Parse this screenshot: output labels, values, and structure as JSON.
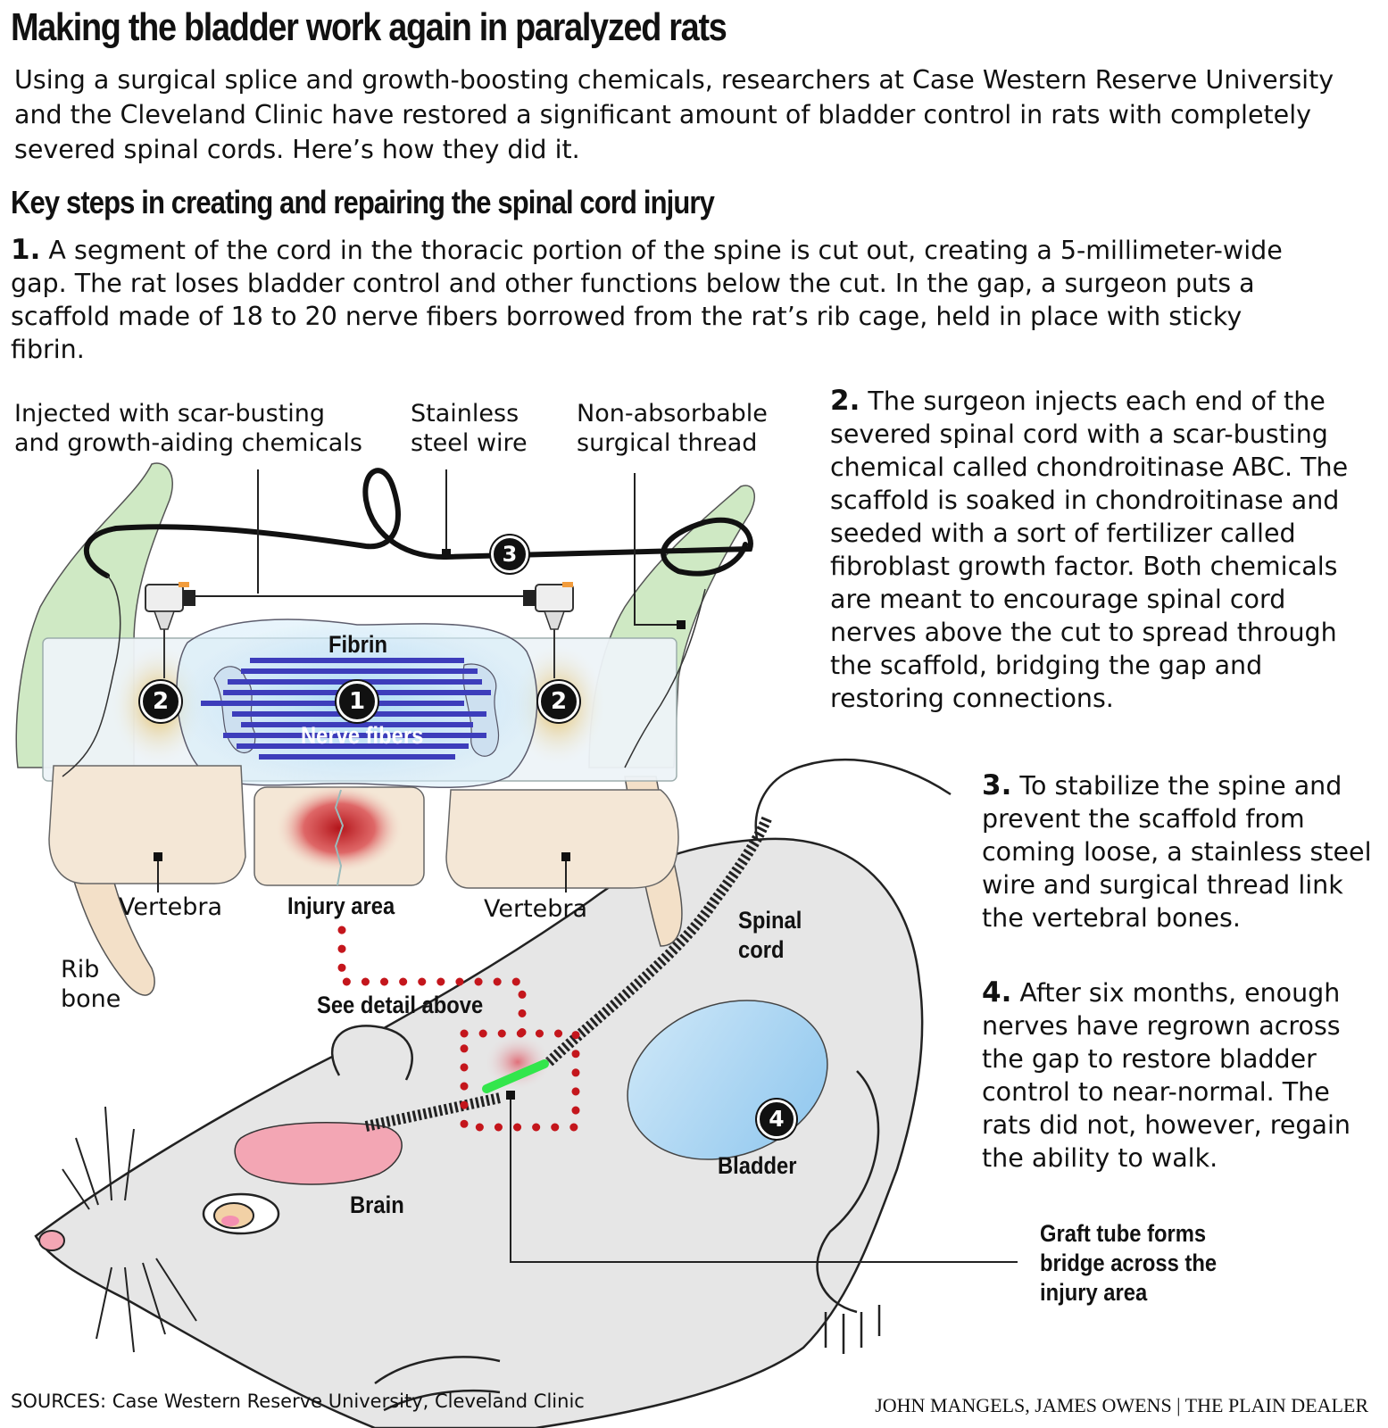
{
  "title": "Making the bladder work again in paralyzed rats",
  "intro": "Using a surgical splice and growth-boosting chemicals, researchers at Case Western Reserve University and the Cleveland Clinic have restored a significant amount of bladder control in rats with completely severed spinal cords. Here’s how they did it.",
  "subhead": "Key steps in creating and repairing the spinal cord injury",
  "steps": [
    {
      "num": "1.",
      "text": "A segment of the cord in the thoracic portion of the spine is cut out, creating a 5-millimeter-wide gap. The rat loses bladder control and other functions below the cut. In the gap, a surgeon puts a scaffold made of 18 to 20 nerve fibers borrowed from the rat’s rib cage, held in place with sticky fibrin."
    },
    {
      "num": "2.",
      "text": "The surgeon injects each end of the severed spinal cord with a scar-busting chemical called chondroitinase ABC. The scaffold is soaked in chondroitinase and seeded with a sort of fertilizer called fibroblast growth factor. Both chemicals are meant to encourage spinal cord nerves above the cut to spread through the scaffold, bridging the gap and restoring connections."
    },
    {
      "num": "3.",
      "text": "To stabilize the spine and prevent the scaffold from coming loose, a stainless steel wire and surgical thread link the vertebral bones."
    },
    {
      "num": "4.",
      "text": "After six months, enough nerves have regrown across the gap to restore bladder control to near-normal. The rats did not, however, regain the ability to walk."
    }
  ],
  "diagram_labels": {
    "injected": [
      "Injected with scar-busting",
      "and growth-aiding chemicals"
    ],
    "wire": [
      "Stainless",
      "steel wire"
    ],
    "thread": [
      "Non-absorbable",
      "surgical thread"
    ],
    "fibrin": "Fibrin",
    "nerve_fibers": "Nerve fibers",
    "vertebra_left": "Vertebra",
    "vertebra_right": "Vertebra",
    "injury_area": "Injury area",
    "rib_bone": [
      "Rib",
      "bone"
    ],
    "see_detail": "See detail above",
    "spinal_cord": [
      "Spinal",
      "cord"
    ],
    "bladder": "Bladder",
    "brain": "Brain",
    "graft": [
      "Graft tube forms",
      "bridge across the",
      "injury area"
    ]
  },
  "markers": {
    "m1": "1",
    "m2a": "2",
    "m2b": "2",
    "m3": "3",
    "m4": "4"
  },
  "sources": "SOURCES: Case Western Reserve University, Cleveland Clinic",
  "credit": "JOHN MANGELS, JAMES OWENS | THE PLAIN DEALER",
  "colors": {
    "bone_green": "#cfe9c4",
    "vertebra": "#f4e7d6",
    "nerve_blue": "#3d3dbb",
    "injury_red": "#c4161c",
    "graft_green": "#33e64c",
    "bladder_blue": "#a8d4f0",
    "brain_pink": "#f3a6b4",
    "rat_gray": "#e6e6e6"
  }
}
